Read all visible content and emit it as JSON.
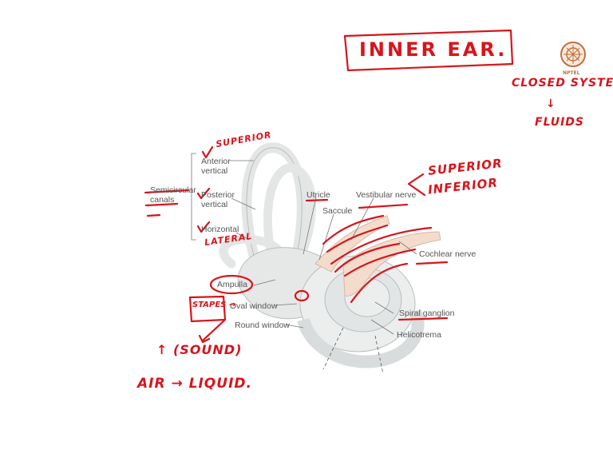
{
  "logo": {
    "text": "NPTEL"
  },
  "labels": {
    "semicircular_canals": "Semicircular canals",
    "anterior_vertical": "Anterior vertical",
    "posterior_vertical": "Posterior vertical",
    "horizontal": "Horizontal",
    "utricle": "Utricle",
    "saccule": "Saccule",
    "vestibular_nerve": "Vestibular nerve",
    "cochlear_nerve": "Cochlear nerve",
    "ampulla": "Ampulla",
    "oval_window": "Oval window",
    "round_window": "Round window",
    "spiral_ganglion": "Spiral ganglion",
    "helicotrema": "Helicotrema"
  },
  "annotations": {
    "title": "INNER EAR.",
    "closed_system": "CLOSED SYSTEM",
    "arrow_down": "↓",
    "fluids": "FLUIDS",
    "superior_mark": "SUPERIOR",
    "lateral_mark": "LATERAL",
    "superior_inferior_1": "SUPERIOR",
    "superior_inferior_2": "INFERIOR",
    "stapes": "STAPES →",
    "sound": "↑ (SOUND)",
    "air_liquid": "AIR → LIQUID."
  },
  "colors": {
    "ink": "#d8141b",
    "label_text": "#555555",
    "organ_fill": "#e6e8e8",
    "organ_stroke": "#b9bdbd",
    "nerve_fill": "#f3dccb"
  }
}
